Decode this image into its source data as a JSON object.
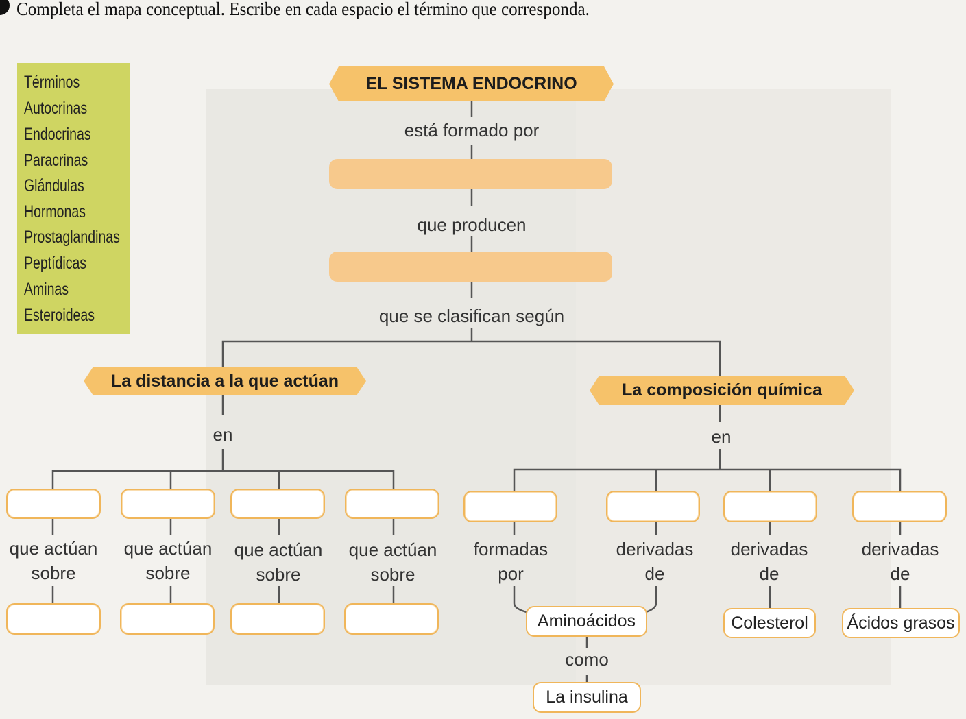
{
  "instruction": "Completa el mapa conceptual. Escribe en cada espacio el término que corresponda.",
  "terms_box": {
    "heading": "Términos",
    "items": [
      "Autocrinas",
      "Endocrinas",
      "Paracrinas",
      "Glándulas",
      "Hormonas",
      "Prostaglandinas",
      "Peptídicas",
      "Aminas",
      "Esteroideas"
    ]
  },
  "map": {
    "root": "EL SISTEMA ENDOCRINO",
    "link1": "está formado por",
    "link2": "que producen",
    "link3": "que se clasifican según",
    "branch_left": "La distancia a la que actúan",
    "branch_right": "La composición química",
    "left_en": "en",
    "right_en": "en",
    "left_link": [
      "que actúan",
      "sobre"
    ],
    "right_links": [
      [
        "formadas",
        "por"
      ],
      [
        "derivadas",
        "de"
      ],
      [
        "derivadas",
        "de"
      ],
      [
        "derivadas",
        "de"
      ]
    ],
    "aminoacidos": "Aminoácidos",
    "colesterol": "Colesterol",
    "acidos_grasos": "Ácidos grasos",
    "como": "como",
    "insulina": "La insulina"
  },
  "colors": {
    "accent": "#f6c26a",
    "blank_fill": "#f7c98c",
    "box_border": "#f0b65a",
    "terms_bg": "#cfd562",
    "line": "#555555"
  }
}
